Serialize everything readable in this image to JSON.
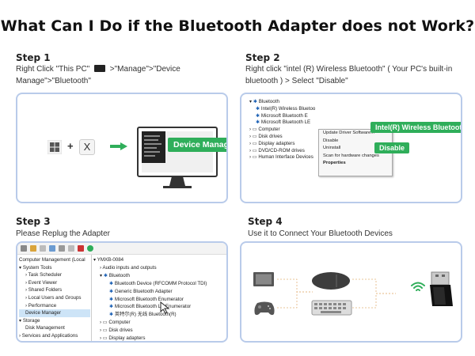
{
  "title": "What Can I Do if the Bluetooth Adapter does not Work?",
  "step1": {
    "heading": "Step 1",
    "desc_line1_pre": "Right Click \"This PC\"",
    "desc_line1_post": ">\"Manage\">\"Device",
    "desc_line2": "Manage\">\"Bluetooth\"",
    "x_key": "X",
    "plus": "+",
    "label": "Device Manager"
  },
  "step2": {
    "heading": "Step 2",
    "desc_line1": "Right click \"intel (R) Wireless Bluetooth\" ( Your PC's built-in",
    "desc_line2": "bluetooth ) > Select \"Disable\"",
    "tree": [
      "Bluetooth",
      "Intel(R) Wireless Bluetoo",
      "Microsoft Bluetooth E",
      "Microsoft Bluetooth LE",
      "Computer",
      "Disk drives",
      "Display adapters",
      "DVD/CD-ROM drives",
      "Human Interface Devices"
    ],
    "menu": [
      "Update Driver Software...",
      "Disable",
      "Uninstall",
      "Scan for hardware changes",
      "Properties"
    ],
    "badge_device": "Intel(R) Wireless Bluetooth",
    "badge_action": "Disable"
  },
  "step3": {
    "heading": "Step 3",
    "desc": "Please Replug the Adapter",
    "left_tree": [
      "Computer Management (Local",
      "System Tools",
      "Task Scheduler",
      "Event Viewer",
      "Shared Folders",
      "Local Users and Groups",
      "Performance",
      "Device Manager",
      "Storage",
      "Disk Management",
      "Services and Applications"
    ],
    "right_tree": [
      "YMXB-0084",
      "Audio inputs and outputs",
      "Bluetooth",
      "Bluetooth Device (RFCOMM Protocol TDI)",
      "Generic Bluetooth Adapter",
      "Microsoft Bluetooth Enumerator",
      "Microsoft Bluetooth LE Enumerator",
      "英特尔(R) 无线 Bluetooth(R)",
      "Computer",
      "Disk drives",
      "Display adapters"
    ]
  },
  "step4": {
    "heading": "Step 4",
    "desc": "Use it to Connect Your Bluetooth Devices"
  },
  "colors": {
    "accent_green": "#2fae5a",
    "panel_border": "#b9cbea",
    "bt_blue": "#1a5fb4"
  },
  "icons": [
    "windows-logo-icon",
    "monitor-icon",
    "bluetooth-icon",
    "tablet-icon",
    "gamepad-icon",
    "mouse-icon",
    "keyboard-icon",
    "wifi-signal-icon",
    "usb-adapter-icon"
  ]
}
